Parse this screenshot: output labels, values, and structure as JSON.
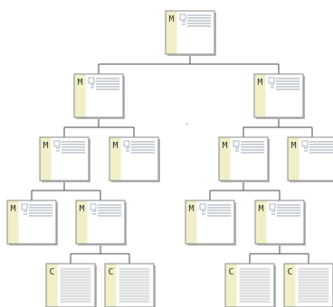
{
  "diagram": {
    "colors": {
      "line": "#4a4a4a",
      "border": "#8a8a8a",
      "panel": "#f0efc8",
      "shadow": "#b8b8b8",
      "text_line": "#9aa4b2",
      "fill_lines": "#c8c8c8"
    },
    "nodes": [
      {
        "id": "root",
        "label": "M",
        "kind": "master"
      },
      {
        "id": "l1a",
        "label": "M",
        "kind": "master"
      },
      {
        "id": "l1b",
        "label": "M",
        "kind": "master"
      },
      {
        "id": "l2a",
        "label": "M",
        "kind": "master"
      },
      {
        "id": "l2b",
        "label": "M",
        "kind": "master"
      },
      {
        "id": "l2c",
        "label": "M",
        "kind": "master"
      },
      {
        "id": "l2d",
        "label": "M",
        "kind": "master"
      },
      {
        "id": "l3a",
        "label": "M",
        "kind": "master"
      },
      {
        "id": "l3b",
        "label": "M",
        "kind": "master"
      },
      {
        "id": "l3c",
        "label": "M",
        "kind": "master"
      },
      {
        "id": "l3d",
        "label": "M",
        "kind": "master"
      },
      {
        "id": "c1",
        "label": "C",
        "kind": "content"
      },
      {
        "id": "c2",
        "label": "C",
        "kind": "content"
      },
      {
        "id": "c3",
        "label": "C",
        "kind": "content"
      },
      {
        "id": "c4",
        "label": "C",
        "kind": "content"
      }
    ],
    "edges": [
      [
        "root",
        "l1a"
      ],
      [
        "root",
        "l1b"
      ],
      [
        "l1a",
        "l2a"
      ],
      [
        "l1a",
        "l2b"
      ],
      [
        "l1b",
        "l2c"
      ],
      [
        "l1b",
        "l2d"
      ],
      [
        "l2a",
        "l3a"
      ],
      [
        "l2a",
        "l3b"
      ],
      [
        "l2c",
        "l3c"
      ],
      [
        "l2c",
        "l3d"
      ],
      [
        "l3b",
        "c1"
      ],
      [
        "l3b",
        "c2"
      ],
      [
        "l3d",
        "c3"
      ],
      [
        "l3d",
        "c4"
      ]
    ]
  }
}
